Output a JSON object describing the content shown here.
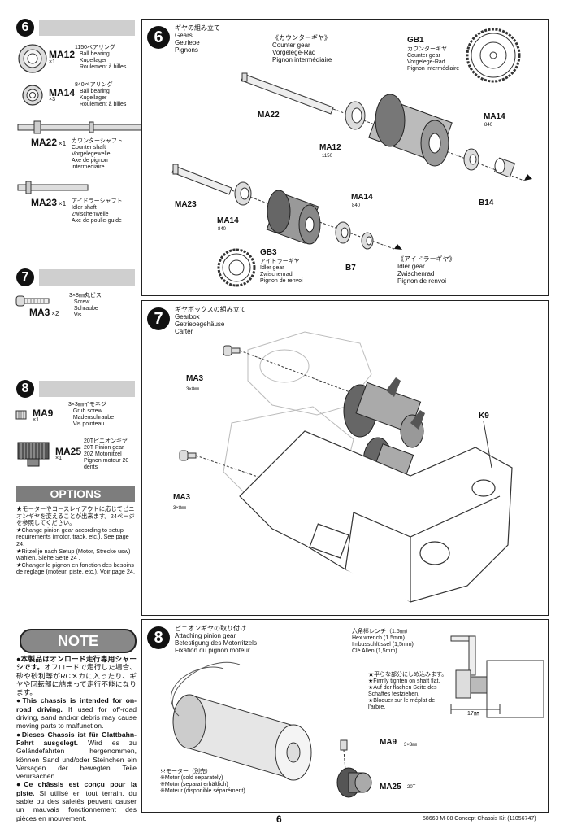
{
  "left": {
    "step6": {
      "num": "6",
      "parts": [
        {
          "code": "MA12",
          "qty": "×1",
          "text": "1150ベアリング\n   Ball bearing\n   Kugellager\n   Roulement à billes"
        },
        {
          "code": "MA14",
          "qty": "×3",
          "text": "840ベアリング\n   Ball bearing\n   Kugellager\n   Roulement à billes"
        },
        {
          "code": "MA22",
          "qty": "×1",
          "text": "カウンターシャフト\nCounter shaft\nVorgelegewelle\nAxe de pignon\nintermédiaire"
        },
        {
          "code": "MA23",
          "qty": "×1",
          "text": "アイドラーシャフト\nIdler shaft\nZwischenwelle\nAxe de poulie-guide"
        }
      ]
    },
    "step7": {
      "num": "7",
      "parts": [
        {
          "code": "MA3",
          "qty": "×2",
          "text": "3×8㎜丸ビス\n   Screw\n   Schraube\n   Vis"
        }
      ]
    },
    "step8": {
      "num": "8",
      "parts": [
        {
          "code": "MA9",
          "qty": "×1",
          "text": "3×3㎜イモネジ\n   Grub screw\n   Madenschraube\n   Vis pointeau"
        },
        {
          "code": "MA25",
          "qty": "×1",
          "text": "20Tピニオンギヤ\n20T Pinion gear\n20Z Motorritzel\nPignon moteur 20\ndents"
        }
      ]
    },
    "options": {
      "title": "OPTIONS",
      "lines": [
        "★モーターやコースレイアウトに応じてピニオンギヤを変えることが出来ます。24ページを参照してください。",
        "★Change pinion gear according to setup requirements (motor, track, etc.). See page 24.",
        "★Ritzel je nach Setup (Motor, Strecke usw) wählen. Siehe Seite 24 .",
        "★Changer le pignon en fonction des besoins de réglage (moteur, piste, etc.). Voir page 24."
      ]
    },
    "note": {
      "title": "NOTE",
      "items": [
        {
          "lead": "●本製品はオンロード走行専用シャーシです。",
          "body": "オフロードで走行した場合、砂や砂利等がRCメカに入ったり、ギヤや回転部に詰まって走行不能になります。"
        },
        {
          "lead": "●This chassis is intended for on-road driving.",
          "body": " If used for off-road driving, sand and/or debris may cause moving parts to malfunction."
        },
        {
          "lead": "●Dieses Chassis ist für Glattbahn-Fahrt ausgelegt.",
          "body": " Wird es zu Geländefahrten hergenommen, können Sand und/oder Steinchen ein Versagen der bewegten Teile verursachen."
        },
        {
          "lead": "●Ce châssis est conçu pour la piste.",
          "body": " Si utilisé en tout terrain, du sable ou des saletés peuvent causer un mauvais fonctionnement des pièces en mouvement."
        }
      ]
    }
  },
  "panel6": {
    "num": "6",
    "title": "ギヤの組み立て\nGears\nGetriebe\nPignons",
    "counter_gear_title": "《カウンターギヤ》\nCounter gear\nVorgelege-Rad\nPignon intermédiaire",
    "gb1": {
      "code": "GB1",
      "text": "カウンターギヤ\nCounter gear\nVorgelege-Rad\nPignon intermédiaire"
    },
    "ma22": "MA22",
    "ma12": {
      "code": "MA12",
      "sub": "1150"
    },
    "ma14_a": {
      "code": "MA14",
      "sub": "840"
    },
    "b14": "B14",
    "ma23": "MA23",
    "ma14_b": {
      "code": "MA14",
      "sub": "840"
    },
    "ma14_c": {
      "code": "MA14",
      "sub": "840"
    },
    "gb3": {
      "code": "GB3",
      "text": "アイドラーギヤ\nIdler gear\nZwischenrad\nPignon de renvoi"
    },
    "b7": "B7",
    "idler_gear_title": "《アイドラーギヤ》\nIdler gear\nZwischenrad\nPignon de renvoi"
  },
  "panel7": {
    "num": "7",
    "title": "ギヤボックスの組み立て\nGearbox\nGetriebegehäuse\nCarter",
    "ma3_a": {
      "code": "MA3",
      "sub": "3×8㎜"
    },
    "ma3_b": {
      "code": "MA3",
      "sub": "3×8㎜"
    },
    "k9": "K9"
  },
  "panel8": {
    "num": "8",
    "title": "ピニオンギヤの取り付け\nAttaching pinion gear\nBefestigung des Motorritzels\nFixation du pignon moteur",
    "wrench": "六角棒レンチ（1.5㎜）\nHex wrench (1.5mm)\nImbusschlüssel (1,5mm)\nClé Allen (1,5mm)",
    "flat": "★平らな部分にしめ込みます。\n★Firmly tighten on shaft flat.\n★Auf der flachen Seite des\nSchaftes festziehen.\n★Bloquer sur le méplat de\nl'arbre.",
    "dim": "17㎜",
    "ma9": {
      "code": "MA9",
      "sub": "3×3㎜"
    },
    "ma25": {
      "code": "MA25",
      "sub": "20T"
    },
    "motor": "※モーター（別売）\n※Motor (sold separately)\n※Motor (separat erhältlich)\n※Moteur (disponible séparément)"
  },
  "footer": {
    "page": "6",
    "kit": "58669 M-08 Concept Chassis Kit (11056747)"
  }
}
